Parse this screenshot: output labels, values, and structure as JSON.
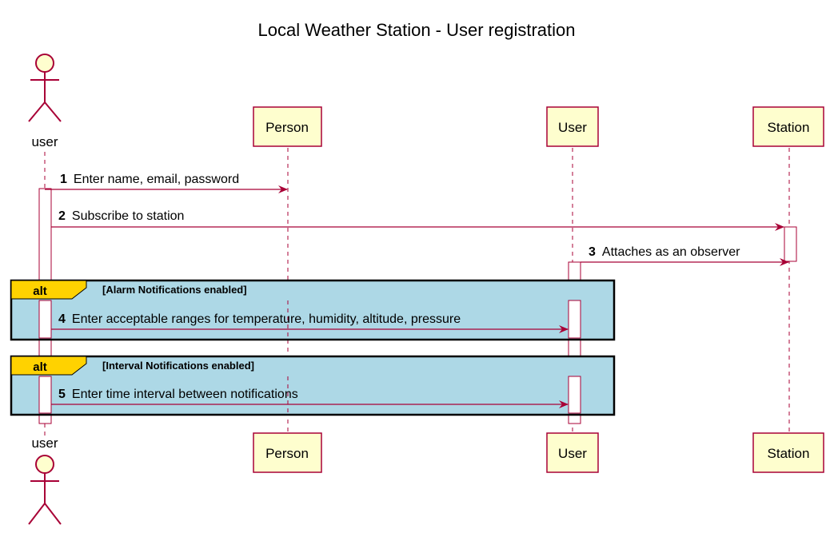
{
  "title": "Local Weather Station - User registration",
  "participants": {
    "user": "user",
    "person": "Person",
    "user_obj": "User",
    "station": "Station"
  },
  "messages": [
    {
      "num": "1",
      "text": "Enter name, email, password"
    },
    {
      "num": "2",
      "text": "Subscribe to station"
    },
    {
      "num": "3",
      "text": "Attaches as an observer"
    },
    {
      "num": "4",
      "text": "Enter acceptable ranges for temperature, humidity, altitude, pressure"
    },
    {
      "num": "5",
      "text": "Enter time interval between notifications"
    }
  ],
  "fragments": [
    {
      "keyword": "alt",
      "condition": "[Alarm Notifications enabled]"
    },
    {
      "keyword": "alt",
      "condition": "[Interval Notifications enabled]"
    }
  ],
  "colors": {
    "line": "#A80036",
    "participant_fill": "#FEFECE",
    "fragment_fill": "#ADD8E6",
    "fragment_tab": "#FFD200"
  }
}
